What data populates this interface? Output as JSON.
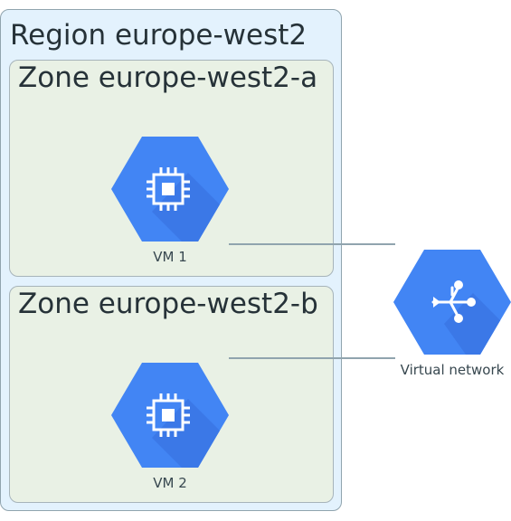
{
  "region": {
    "title": "Region europe-west2"
  },
  "zones": [
    {
      "title": "Zone europe-west2-a",
      "node": {
        "label": "VM 1",
        "icon": "compute-engine-icon"
      }
    },
    {
      "title": "Zone europe-west2-b",
      "node": {
        "label": "VM 2",
        "icon": "compute-engine-icon"
      }
    }
  ],
  "network": {
    "label": "Virtual network",
    "icon": "virtual-network-icon"
  },
  "colors": {
    "region_bg": "#e3f2fd",
    "zone_bg": "#e9f1e5",
    "icon_blue": "#4285f4",
    "icon_shadow": "#3b78e7",
    "connector": "#90a4ae"
  }
}
